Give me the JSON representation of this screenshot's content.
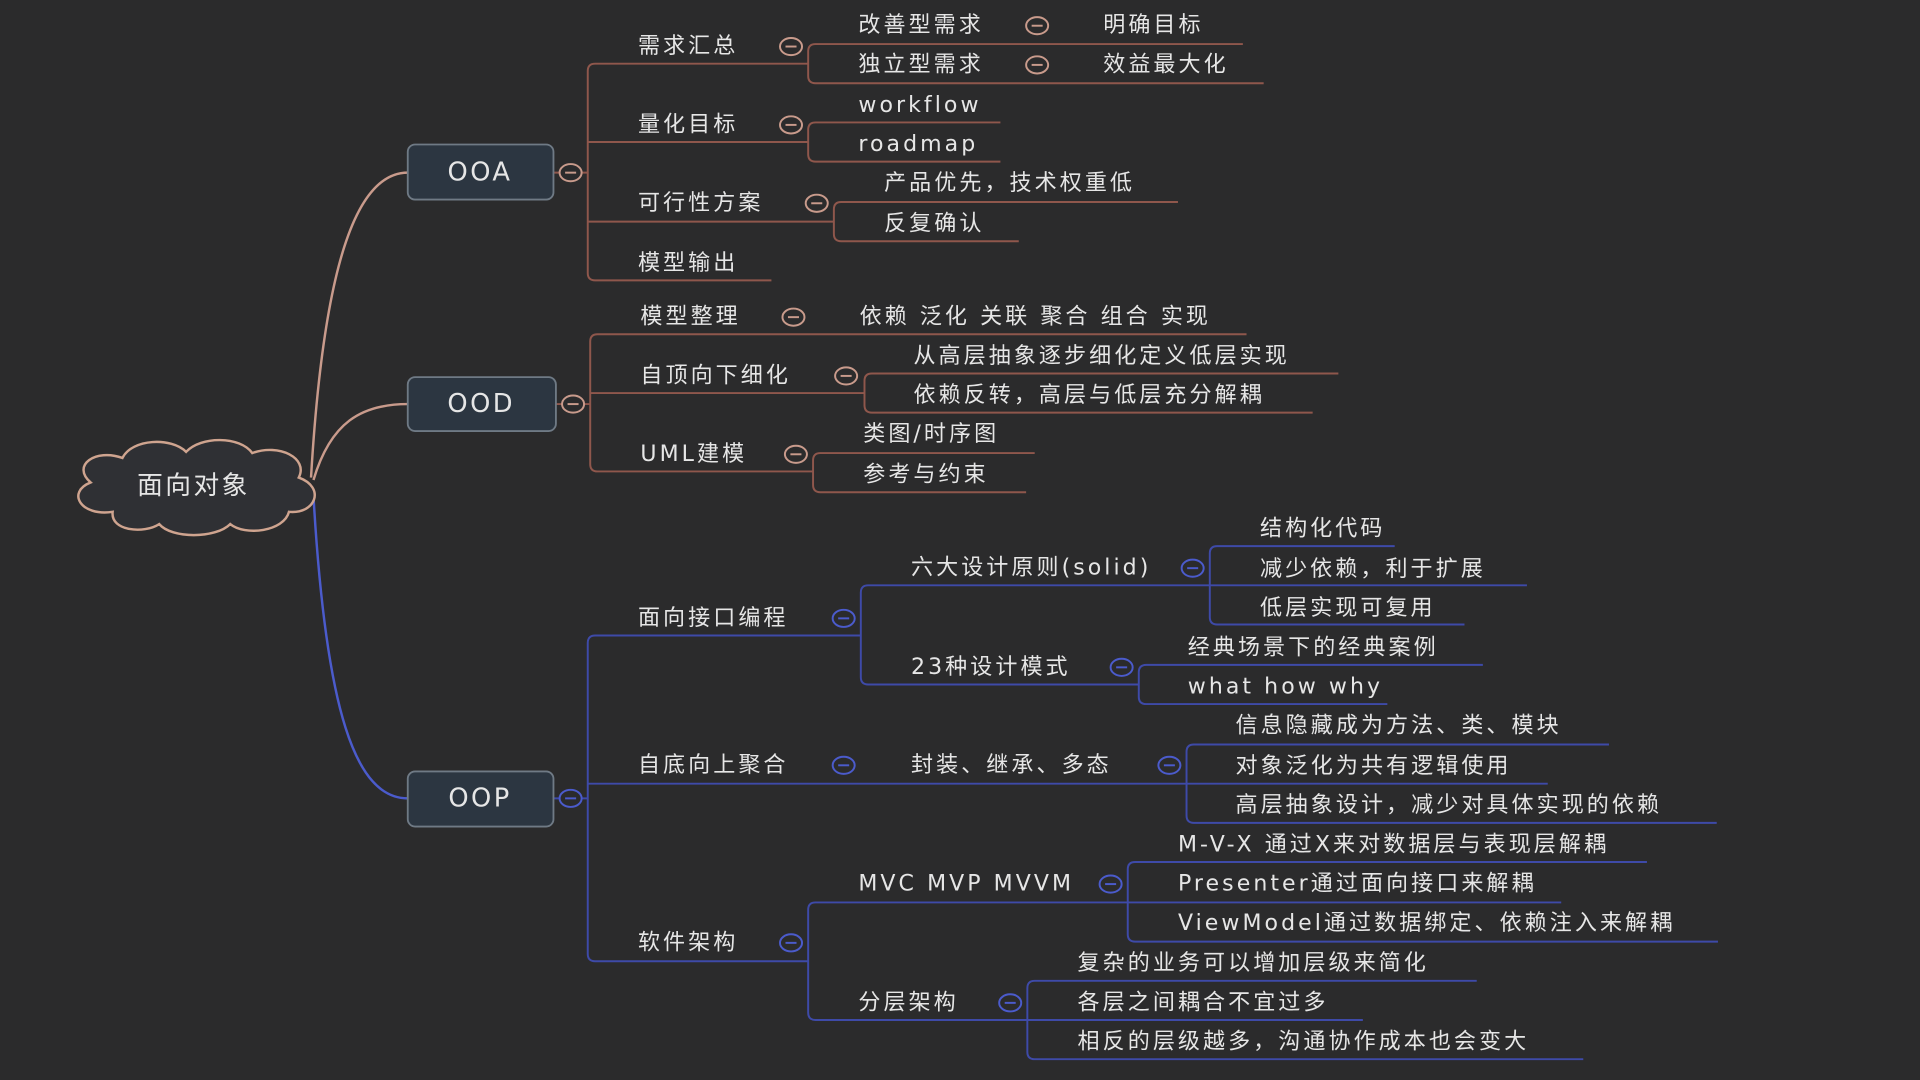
{
  "mindmap": {
    "root": {
      "label": "面向对象"
    },
    "branches": [
      {
        "label": "OOA",
        "children": [
          {
            "label": "需求汇总",
            "children": [
              {
                "label": "改善型需求",
                "children": [
                  {
                    "label": "明确目标"
                  }
                ]
              },
              {
                "label": "独立型需求",
                "children": [
                  {
                    "label": "效益最大化"
                  }
                ]
              }
            ]
          },
          {
            "label": "量化目标",
            "children": [
              {
                "label": "workflow"
              },
              {
                "label": "roadmap"
              }
            ]
          },
          {
            "label": "可行性方案",
            "children": [
              {
                "label": "产品优先，技术权重低"
              },
              {
                "label": "反复确认"
              }
            ]
          },
          {
            "label": "模型输出"
          }
        ]
      },
      {
        "label": "OOD",
        "children": [
          {
            "label": "模型整理",
            "children": [
              {
                "label": "依赖 泛化 关联 聚合 组合 实现"
              }
            ]
          },
          {
            "label": "自顶向下细化",
            "children": [
              {
                "label": "从高层抽象逐步细化定义低层实现"
              },
              {
                "label": "依赖反转，高层与低层充分解耦"
              }
            ]
          },
          {
            "label": "UML建模",
            "children": [
              {
                "label": "类图/时序图"
              },
              {
                "label": "参考与约束"
              }
            ]
          }
        ]
      },
      {
        "label": "OOP",
        "children": [
          {
            "label": "面向接口编程",
            "children": [
              {
                "label": "六大设计原则(solid)",
                "children": [
                  {
                    "label": "结构化代码"
                  },
                  {
                    "label": "减少依赖，利于扩展"
                  },
                  {
                    "label": "低层实现可复用"
                  }
                ]
              },
              {
                "label": "23种设计模式",
                "children": [
                  {
                    "label": "经典场景下的经典案例"
                  },
                  {
                    "label": "what how why"
                  }
                ]
              }
            ]
          },
          {
            "label": "自底向上聚合",
            "children": [
              {
                "label": "封装、继承、多态",
                "children": [
                  {
                    "label": "信息隐藏成为方法、类、模块"
                  },
                  {
                    "label": "对象泛化为共有逻辑使用"
                  },
                  {
                    "label": "高层抽象设计，减少对具体实现的依赖"
                  }
                ]
              }
            ]
          },
          {
            "label": "软件架构",
            "children": [
              {
                "label": "MVC MVP MVVM",
                "children": [
                  {
                    "label": "M-V-X 通过X来对数据层与表现层解耦"
                  },
                  {
                    "label": "Presenter通过面向接口来解耦"
                  },
                  {
                    "label": "ViewModel通过数据绑定、依赖注入来解耦"
                  }
                ]
              },
              {
                "label": "分层架构",
                "children": [
                  {
                    "label": "复杂的业务可以增加层级来简化"
                  },
                  {
                    "label": "各层之间耦合不宜过多"
                  },
                  {
                    "label": "相反的层级越多，沟通协作成本也会变大"
                  }
                ]
              }
            ]
          }
        ]
      }
    ]
  },
  "icons": {
    "node_toggle": "collapse-icon"
  },
  "colors": {
    "background": "#2b2b2c",
    "text": "#e6e6e6",
    "root_outline": "#cfa48f",
    "topic_box_fill": "#2c3641",
    "topic_box_outline": "#6f7a85",
    "analysis_design_branch": "#8f574c",
    "analysis_design_curve": "#c99b8c",
    "programming_branch": "#3e4aa8",
    "programming_curve": "#4b5bcc"
  }
}
